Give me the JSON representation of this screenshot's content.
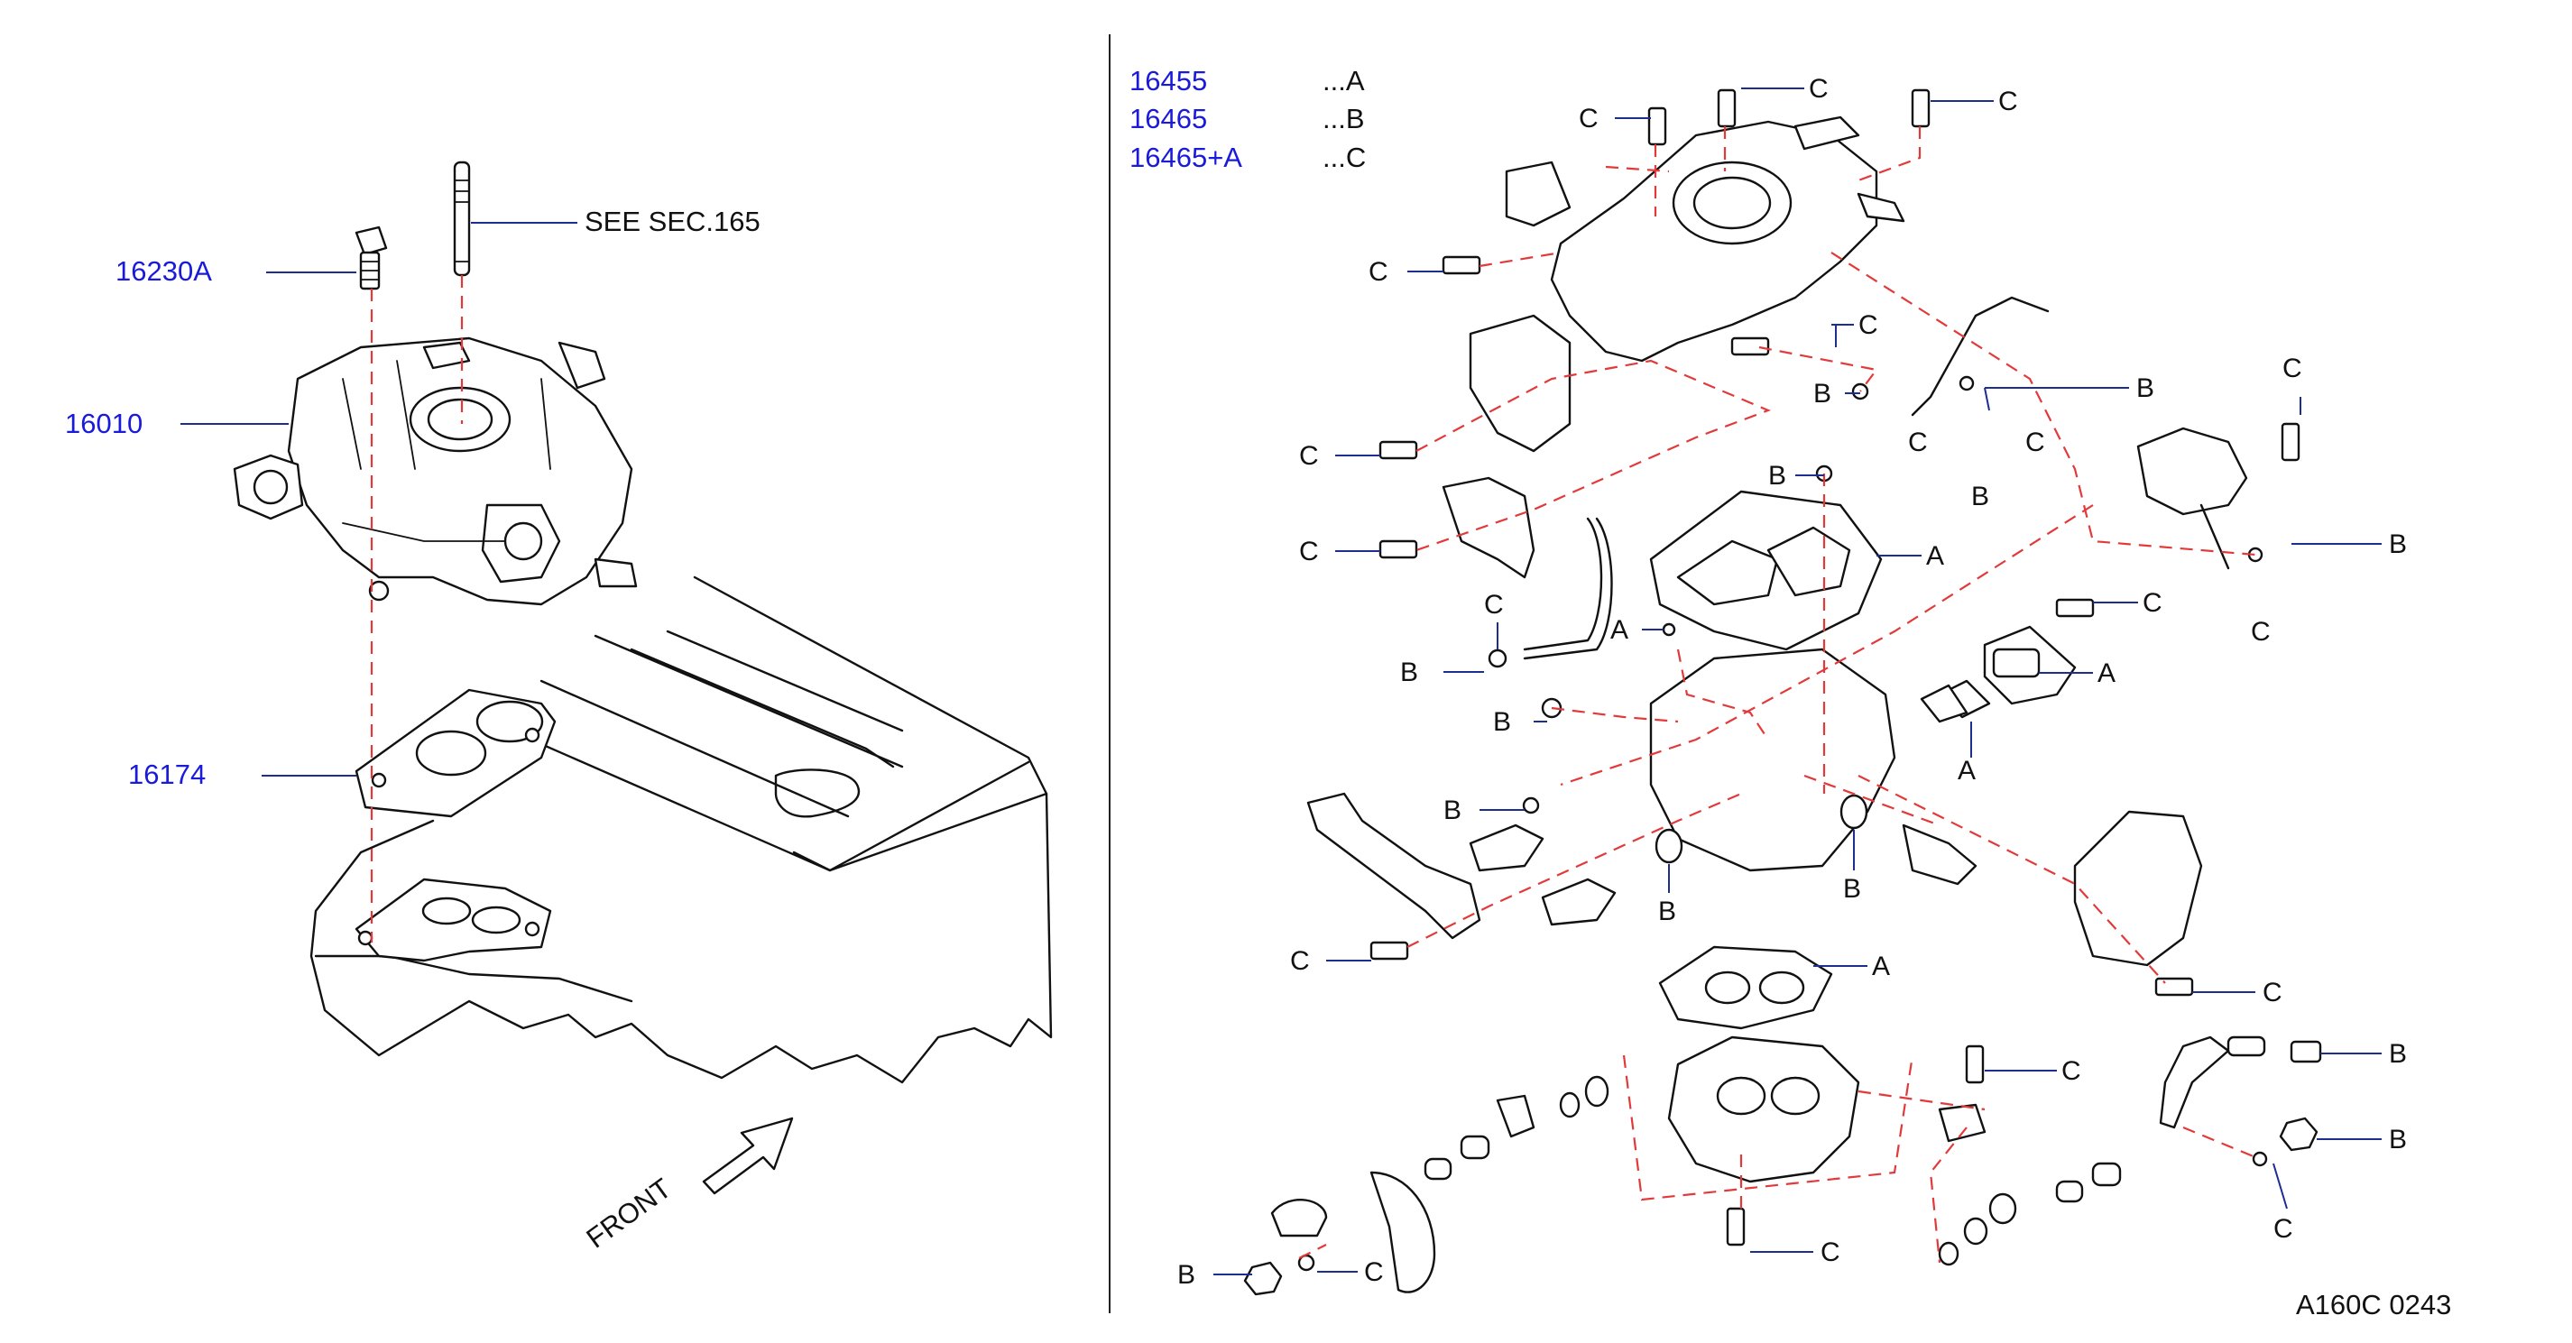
{
  "legend": [
    {
      "part": "16455",
      "code": "...A"
    },
    {
      "part": "16465",
      "code": "...B"
    },
    {
      "part": "16465+A",
      "code": "...C"
    }
  ],
  "left_parts": {
    "p16230A": "16230A",
    "p16010": "16010",
    "p16174": "16174",
    "see_ref": "SEE   SEC.165"
  },
  "front_label": "FRONT",
  "callout_letters": {
    "a": "A",
    "b": "B",
    "c": "C"
  },
  "diagram_code": "A160C   0243",
  "colors": {
    "part_number": "#1a1adb",
    "dashed_lines": "#e23a3a",
    "leaders": "#1c2e8f",
    "ink": "#111111"
  }
}
